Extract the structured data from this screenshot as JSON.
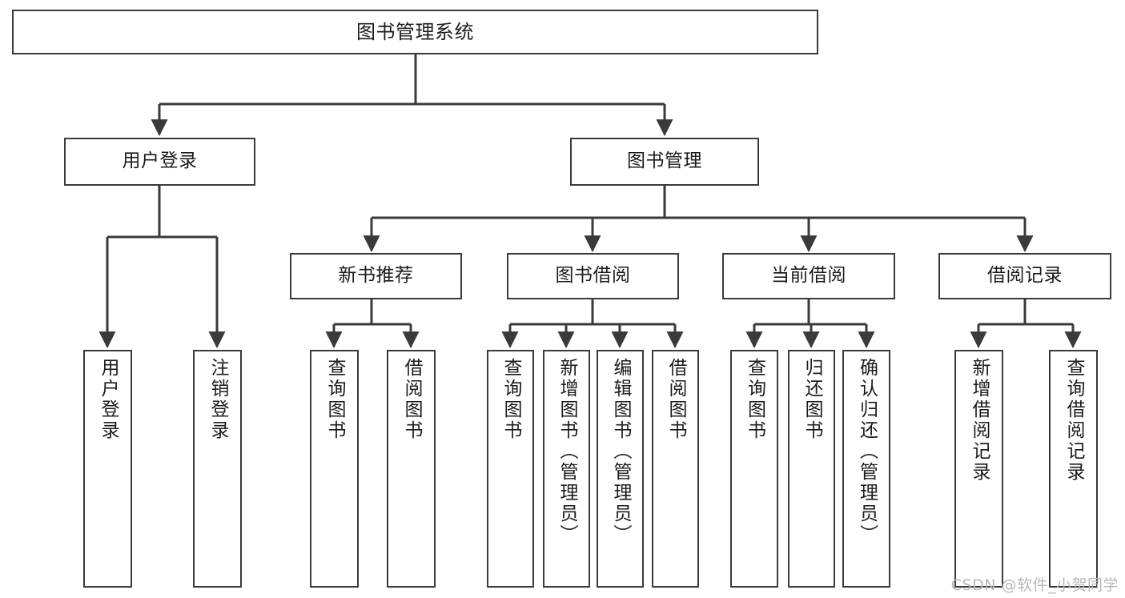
{
  "diagram": {
    "title": "图书管理系统",
    "type": "功能结构图",
    "colors": {
      "stroke": "#3a3a3a",
      "fill": "#ffffff",
      "text": "#1c1c1c",
      "watermark": "#b8b8b8"
    },
    "root": {
      "label": "图书管理系统"
    },
    "level2": [
      {
        "label": "用户登录"
      },
      {
        "label": "图书管理"
      }
    ],
    "level3": [
      {
        "label": "新书推荐"
      },
      {
        "label": "图书借阅"
      },
      {
        "label": "当前借阅"
      },
      {
        "label": "借阅记录"
      }
    ],
    "leaves": {
      "user_login": [
        {
          "label": "用户登录"
        },
        {
          "label": "注销登录"
        }
      ],
      "new_book": [
        {
          "label": "查询图书"
        },
        {
          "label": "借阅图书"
        }
      ],
      "book_borrow": [
        {
          "label": "查询图书"
        },
        {
          "label": "新增图书（管理员）"
        },
        {
          "label": "编辑图书（管理员）"
        },
        {
          "label": "借阅图书"
        }
      ],
      "current_borrow": [
        {
          "label": "查询图书"
        },
        {
          "label": "归还图书"
        },
        {
          "label": "确认归还（管理员）"
        }
      ],
      "borrow_record": [
        {
          "label": "新增借阅记录"
        },
        {
          "label": "查询借阅记录"
        }
      ]
    },
    "watermark": "CSDN @软件_小贺同学"
  }
}
